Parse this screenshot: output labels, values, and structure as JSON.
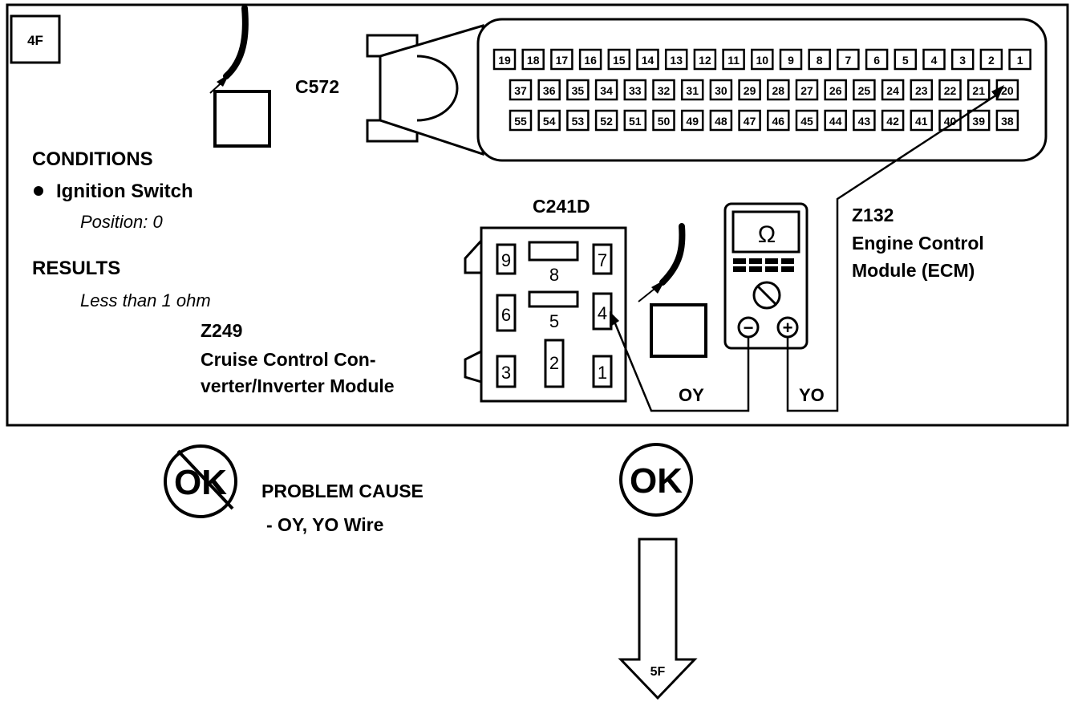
{
  "step": {
    "id": "4F",
    "next": "5F"
  },
  "conditions": {
    "heading": "CONDITIONS",
    "item": "Ignition Switch",
    "sub": "Position: 0"
  },
  "results": {
    "heading": "RESULTS",
    "value": "Less than 1 ohm"
  },
  "connectors": {
    "ecm_connector": "C572",
    "module_connector": "C241D"
  },
  "ecm": {
    "id": "Z132",
    "line1": "Engine Control",
    "line2": "Module (ECM)",
    "pins_row1": [
      "19",
      "18",
      "17",
      "16",
      "15",
      "14",
      "13",
      "12",
      "11",
      "10",
      "9",
      "8",
      "7",
      "6",
      "5",
      "4",
      "3",
      "2",
      "1"
    ],
    "pins_row2": [
      "37",
      "36",
      "35",
      "34",
      "33",
      "32",
      "31",
      "30",
      "29",
      "28",
      "27",
      "26",
      "25",
      "24",
      "23",
      "22",
      "21",
      "20"
    ],
    "pins_row3": [
      "55",
      "54",
      "53",
      "52",
      "51",
      "50",
      "49",
      "48",
      "47",
      "46",
      "45",
      "44",
      "43",
      "42",
      "41",
      "40",
      "39",
      "38"
    ]
  },
  "module": {
    "id": "Z249",
    "line1": "Cruise Control Con-",
    "line2": "verter/Inverter Module",
    "pins": [
      "9",
      "8",
      "7",
      "6",
      "5",
      "4",
      "3",
      "2",
      "1"
    ]
  },
  "meter": {
    "symbol": "Ω",
    "neg": "−",
    "pos": "+"
  },
  "wires": {
    "left": "OY",
    "right": "YO"
  },
  "outcomes": {
    "not_ok": "OK",
    "problem_heading": "PROBLEM CAUSE",
    "problem_detail": "-  OY, YO  Wire",
    "ok": "OK"
  }
}
